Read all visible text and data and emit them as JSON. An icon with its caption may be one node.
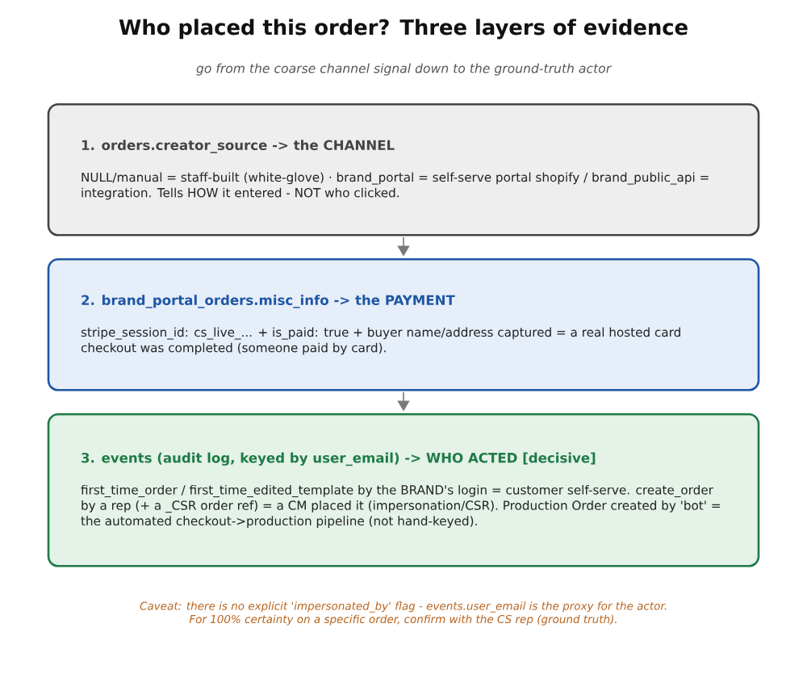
{
  "diagram": {
    "title": "Who placed this order? Three layers of evidence",
    "nodes": [
      {
        "text": [
          "1. orders.creator_source -> the CHANNEL",
          "NULL/manual = staff-built (white-glove) · brand_portal = self-serve portal shopify / brand_public_api = integration. Tells HOW it entered - NOT who clicked."
        ]
      },
      {
        "text": [
          "2. brand_portal_orders.misc_info -> the PAYMENT",
          "stripe_session_id: cs_live_... + is_paid: true + buyer name/address captured = a real hosted card checkout was completed (someone paid by card)."
        ]
      },
      {
        "text": [
          "3. events (audit log, keyed by user_email) -> WHO ACTED [decisive]",
          "first_time_order / first_time_edited_template by the BRAND's login = customer self-serve. create_order by a rep (+ a _CSR order ref) = a CM placed it (impersonation/CSR). Production Order created by 'bot' = the automated checkout->production pipeline (not hand-keyed)."
        ]
      }
    ],
    "edges": [
      {
        "from": 0,
        "to": 1,
        "arrow": "to"
      },
      {
        "from": 1,
        "to": 2,
        "arrow": "to"
      }
    ],
    "labels": [
      "go from the coarse channel signal down to the ground-truth actor",
      "Caveat: there is no explicit 'impersonated_by' flag - events.user_email is the proxy for the actor. For 100% certainty on a specific order, confirm with the CS rep (ground truth)."
    ]
  }
}
